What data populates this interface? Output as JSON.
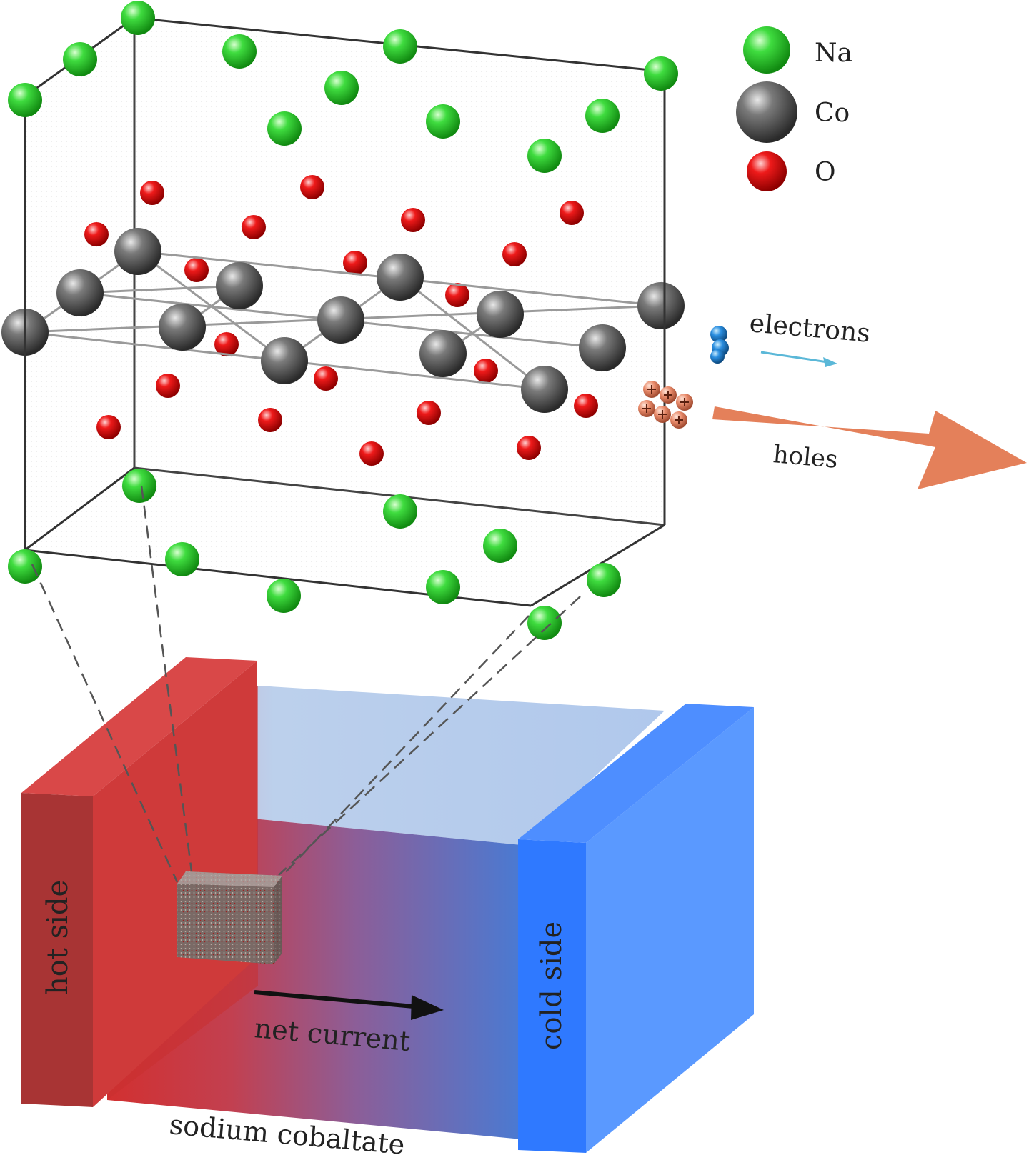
{
  "legend": {
    "items": [
      {
        "symbol": "Na",
        "color": "#2fd22f"
      },
      {
        "symbol": "Co",
        "color": "#6f6f6f"
      },
      {
        "symbol": "O",
        "color": "#e01515"
      }
    ]
  },
  "carriers": {
    "electrons_label": "electrons",
    "holes_label": "holes",
    "electron_color": "#2a7fd6",
    "hole_color": "#e88a6a",
    "arrow_color": "#e4805a"
  },
  "device": {
    "hot_label": "hot side",
    "cold_label": "cold side",
    "material_label": "sodium cobaltate",
    "current_label": "net current",
    "hot_color": "#c93535",
    "cold_color": "#3d86ff"
  }
}
